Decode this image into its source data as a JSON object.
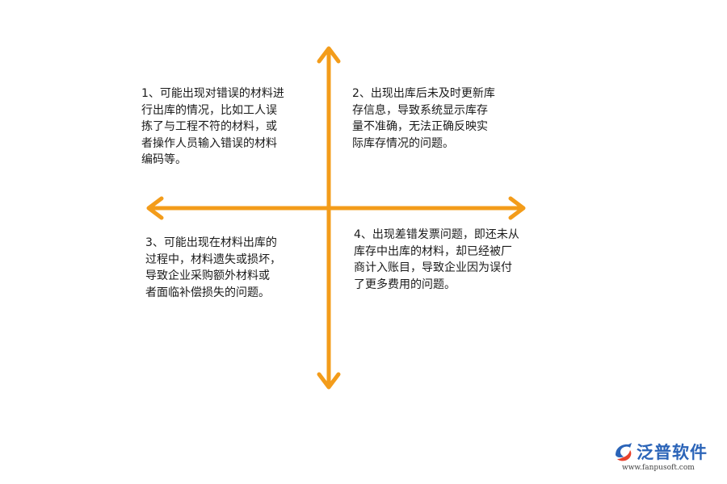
{
  "diagram": {
    "accent_color": "#f39c1a",
    "quadrants": [
      {
        "id": "q1",
        "text": "1、可能出现对错误的材料进\n行出库的情况，比如工人误\n拣了与工程不符的材料，或\n者操作人员输入错误的材料\n编码等。"
      },
      {
        "id": "q2",
        "text": "2、出现出库后未及时更新库\n存信息，导致系统显示库存\n量不准确，无法正确反映实\n际库存情况的问题。"
      },
      {
        "id": "q3",
        "text": "3、可能出现在材料出库的\n过程中，材料遗失或损坏，\n导致企业采购额外材料或\n者面临补偿损失的问题。"
      },
      {
        "id": "q4",
        "text": "4、出现差错发票问题，即还未从\n库存中出库的材料，却已经被厂\n商计入账目，导致企业因为误付\n了更多费用的问题。"
      }
    ]
  },
  "logo": {
    "name": "泛普软件",
    "url": "www.fanpusoft.com",
    "brand_color": "#2b64b8"
  }
}
